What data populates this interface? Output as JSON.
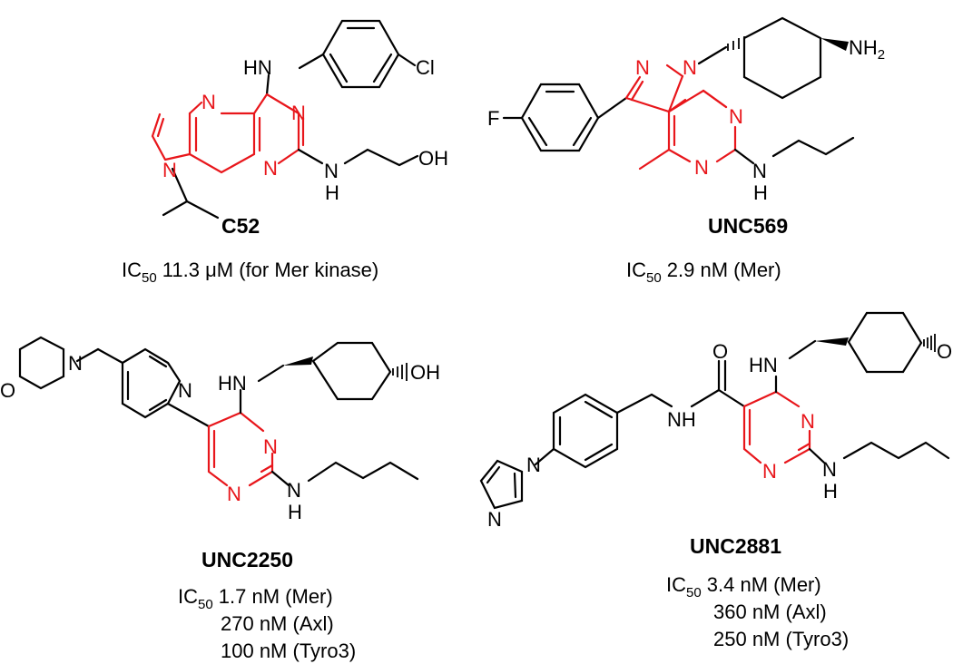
{
  "compounds": [
    {
      "name": "C52",
      "activity": [
        "IC",
        "50",
        " 11.3 μM (for Mer kinase)"
      ],
      "substituents": {
        "aryl_halogen": "Cl",
        "alcohol": "OH"
      }
    },
    {
      "name": "UNC569",
      "activity": [
        "IC",
        "50",
        " 2.9 nM (Mer)"
      ],
      "substituents": {
        "aryl_halogen": "F",
        "amine": "NH",
        "amine_sub": "2"
      }
    },
    {
      "name": "UNC2250",
      "activity": [
        "IC",
        "50",
        " 1.7 nM (Mer)"
      ],
      "extra_activities": [
        "270 nM (Axl)",
        "100 nM (Tyro3)"
      ],
      "substituents": {
        "alcohol": "OH",
        "ring_oxygen": "O"
      }
    },
    {
      "name": "UNC2881",
      "activity": [
        "IC",
        "50",
        " 3.4 nM (Mer)"
      ],
      "extra_activities": [
        "360 nM (Axl)",
        "250 nM (Tyro3)"
      ],
      "substituents": {
        "alcohol": "OH",
        "carbonyl": "O"
      }
    }
  ],
  "atom_labels": {
    "nitrogen": "N",
    "amine_h": "H",
    "nh": "NH",
    "hn": "HN"
  },
  "colors": {
    "core": "#e8161b",
    "text": "#000000"
  }
}
